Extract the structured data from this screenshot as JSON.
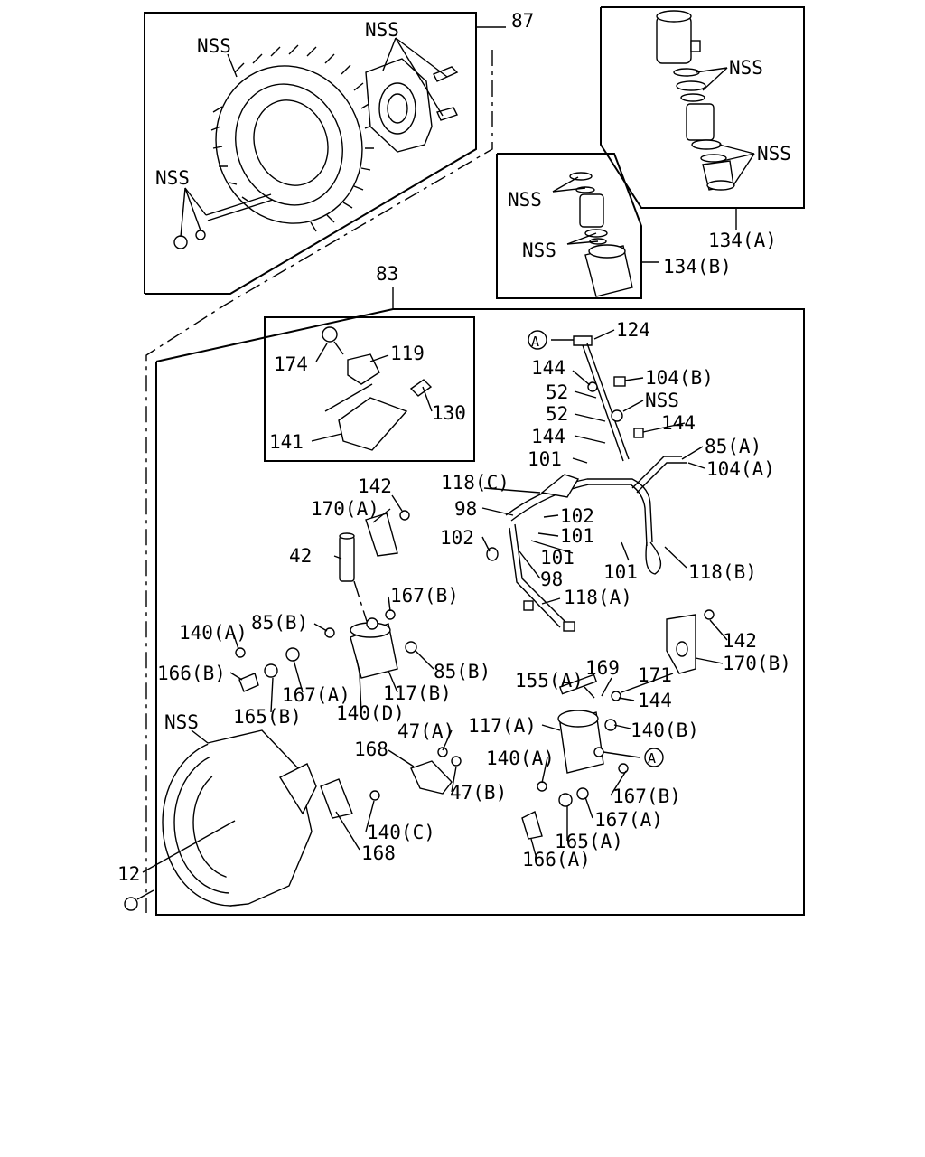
{
  "labels": {
    "l87": "87",
    "nss_fan": "NSS",
    "nss_bracket": "NSS",
    "nss_studs": "NSS",
    "nss_134a_top": "NSS",
    "nss_134a_bot": "NSS",
    "l134a": "134(A)",
    "nss_134b_top": "NSS",
    "nss_134b_bot": "NSS",
    "l134b": "134(B)",
    "l83": "83",
    "l174": "174",
    "l119": "119",
    "l130": "130",
    "l141": "141",
    "l124": "124",
    "callout_a_top": "A",
    "l144_a": "144",
    "l104b": "104(B)",
    "l52_a": "52",
    "nss_tube": "NSS",
    "l52_b": "52",
    "l144_b": "144",
    "l144_c": "144",
    "l85a": "85(A)",
    "l101_a": "101",
    "l104a": "104(A)",
    "l118c": "118(C)",
    "l142_a": "142",
    "l98_a": "98",
    "l102_a": "102",
    "l170a": "170(A)",
    "l101_b": "101",
    "l102_b": "102",
    "l101_c": "101",
    "l101_d": "101",
    "l118b": "118(B)",
    "l98_b": "98",
    "l42": "42",
    "l118a": "118(A)",
    "l167b_a": "167(B)",
    "l85b_a": "85(B)",
    "l140a_a": "140(A)",
    "l142_b": "142",
    "l170b": "170(B)",
    "l166b": "166(B)",
    "l85b_b": "85(B)",
    "l169": "169",
    "l155a": "155(A)",
    "l171": "171",
    "l167a_a": "167(A)",
    "l117b": "117(B)",
    "l144_d": "144",
    "l165b": "165(B)",
    "l140d": "140(D)",
    "l117a": "117(A)",
    "l140b": "140(B)",
    "nss_drum": "NSS",
    "l47a": "47(A)",
    "callout_a_bot": "A",
    "l168_a": "168",
    "l140a_b": "140(A)",
    "l47b": "47(B)",
    "l167b_b": "167(B)",
    "l167a_b": "167(A)",
    "l140c": "140(C)",
    "l165a": "165(A)",
    "l12": "12",
    "l168_b": "168",
    "l166a": "166(A)"
  }
}
